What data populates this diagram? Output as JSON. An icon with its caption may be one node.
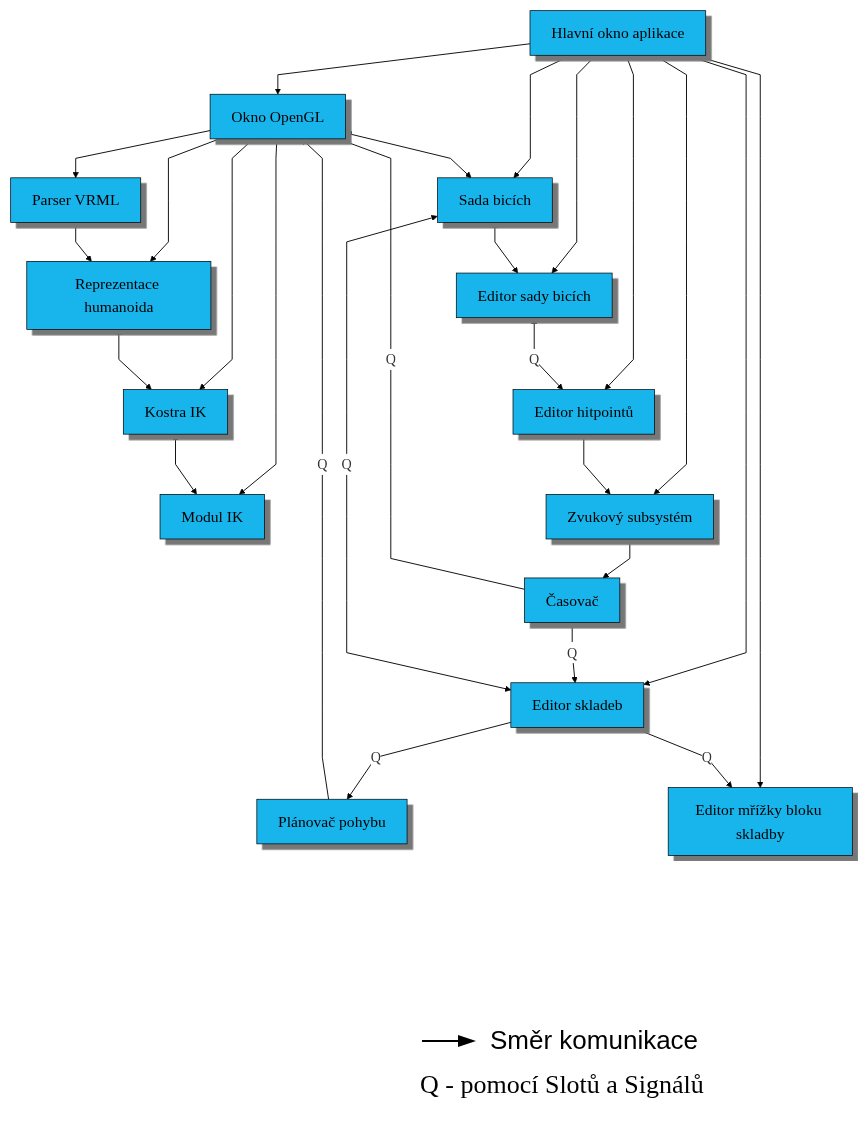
{
  "diagram": {
    "nodes": [
      {
        "text": [
          "Hlavní okno aplikace"
        ]
      },
      {
        "text": [
          "Okno OpenGL"
        ]
      },
      {
        "text": [
          "Parser VRML"
        ]
      },
      {
        "text": [
          "Reprezentace humanoida"
        ]
      },
      {
        "text": [
          "Kostra IK"
        ]
      },
      {
        "text": [
          "Modul IK"
        ]
      },
      {
        "text": [
          "Sada bicích"
        ]
      },
      {
        "text": [
          "Plánovač pohybu"
        ]
      },
      {
        "text": [
          "Editor sady bicích"
        ]
      },
      {
        "text": [
          "Časovač"
        ]
      },
      {
        "text": [
          "Editor hitpointů"
        ]
      },
      {
        "text": [
          "Zvukový subsystém"
        ]
      },
      {
        "text": [
          "Editor skladeb"
        ]
      },
      {
        "text": [
          "Editor mřížky bloku skladby"
        ]
      }
    ],
    "edges": [
      {
        "from": 0,
        "to": 1,
        "arrow": "to"
      },
      {
        "from": 0,
        "to": 6,
        "arrow": "to"
      },
      {
        "from": 0,
        "to": 8,
        "arrow": "to"
      },
      {
        "from": 0,
        "to": 10,
        "arrow": "to"
      },
      {
        "from": 0,
        "to": 12,
        "arrow": "to"
      },
      {
        "from": 0,
        "to": 13,
        "arrow": "to"
      },
      {
        "from": 0,
        "to": 11,
        "arrow": "to"
      },
      {
        "from": 1,
        "to": 2,
        "arrow": "to"
      },
      {
        "from": 1,
        "to": 3,
        "arrow": "to"
      },
      {
        "from": 1,
        "to": 4,
        "arrow": "to"
      },
      {
        "from": 1,
        "to": 5,
        "arrow": "to"
      },
      {
        "from": 2,
        "to": 3,
        "arrow": "to"
      },
      {
        "from": 3,
        "to": 4,
        "arrow": "both"
      },
      {
        "from": 4,
        "to": 5,
        "arrow": "both"
      },
      {
        "from": 1,
        "to": 6,
        "arrow": "both"
      },
      {
        "from": 6,
        "to": 8,
        "arrow": "both"
      },
      {
        "from": 8,
        "to": 10,
        "label": "Q",
        "arrow": "both"
      },
      {
        "from": 12,
        "to": 13,
        "label": "Q",
        "arrow": "both"
      },
      {
        "from": 10,
        "to": 11,
        "arrow": "to"
      },
      {
        "from": 11,
        "to": 9,
        "arrow": "to"
      },
      {
        "from": 9,
        "to": 1,
        "label": "Q",
        "arrow": "to"
      },
      {
        "from": 7,
        "to": 1,
        "label": "Q",
        "arrow": "to"
      },
      {
        "from": 9,
        "to": 12,
        "label": "Q",
        "arrow": "to"
      },
      {
        "from": 12,
        "to": 7,
        "label": "Q",
        "arrow": "to"
      },
      {
        "from": 6,
        "to": 12,
        "label": "Q",
        "arrow": "both"
      }
    ],
    "labels": [
      "Q - pomocí Slotů a Signálů"
    ],
    "legend": [
      {
        "text": "Směr komunikace"
      }
    ]
  }
}
